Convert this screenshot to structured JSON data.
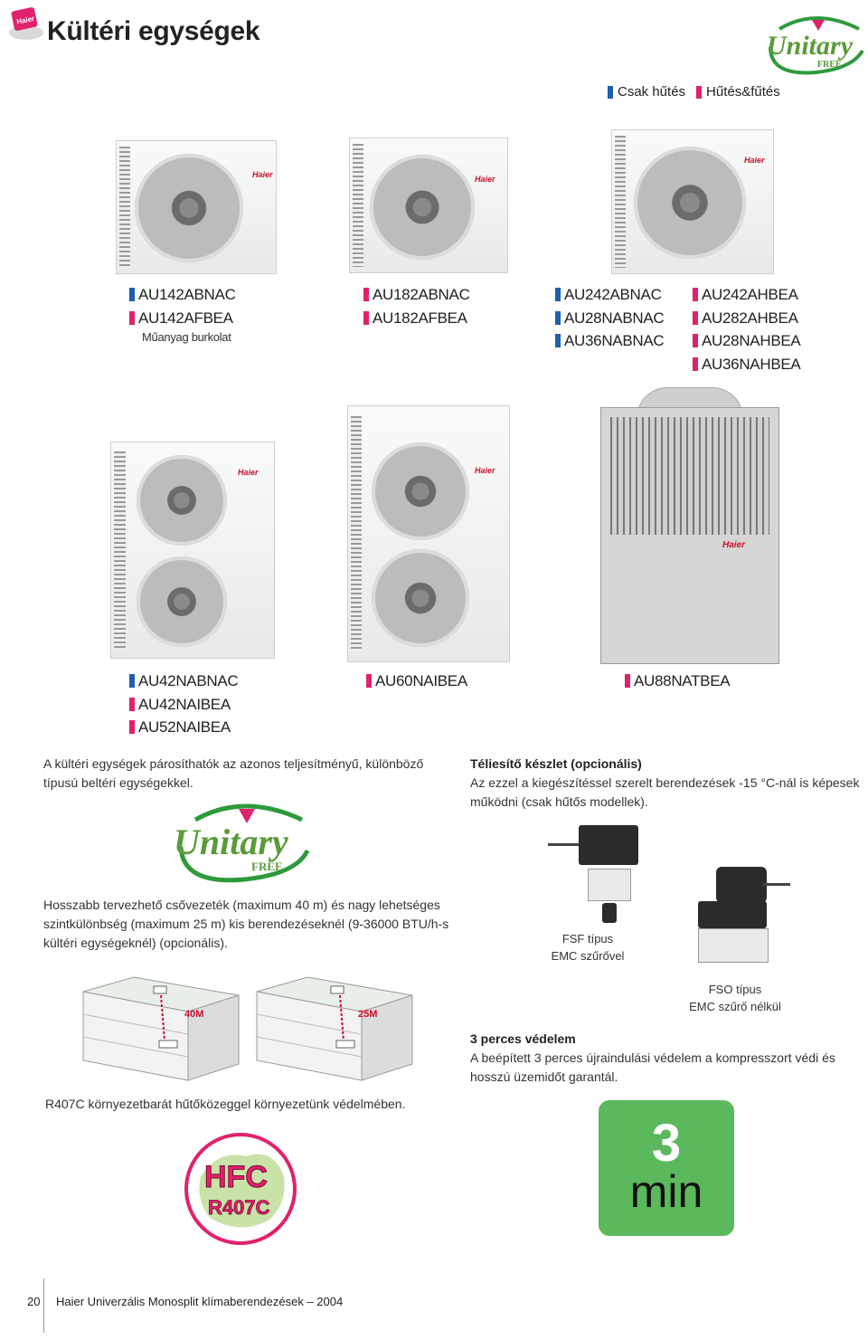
{
  "header": {
    "title": "Kültéri egységek",
    "corner_logo_text": "Haier"
  },
  "colors": {
    "cool_only": "#1e5fae",
    "heat_pump": "#e1216c",
    "logo_green": "#2e9a3c",
    "logo_text": "#5a9a3a",
    "min_box": "#5cb85c"
  },
  "legend": {
    "cool_label": "Csak hűtés",
    "heat_label": "Hűtés&fűtés"
  },
  "logo": {
    "word": "Unitary",
    "sub": "FREE"
  },
  "units_row1": [
    {
      "models": [
        {
          "name": "AU142ABNAC",
          "type": "cool"
        },
        {
          "name": "AU142AFBEA",
          "type": "heat"
        }
      ],
      "note": "Műanyag burkolat"
    },
    {
      "models": [
        {
          "name": "AU182ABNAC",
          "type": "heat"
        },
        {
          "name": "AU182AFBEA",
          "type": "heat"
        }
      ]
    },
    {
      "models": [
        {
          "name": "AU242ABNAC",
          "type": "cool"
        },
        {
          "name": "AU28NABNAC",
          "type": "cool"
        },
        {
          "name": "AU36NABNAC",
          "type": "cool"
        }
      ]
    },
    {
      "models": [
        {
          "name": "AU242AHBEA",
          "type": "heat"
        },
        {
          "name": "AU282AHBEA",
          "type": "heat"
        },
        {
          "name": "AU28NAHBEA",
          "type": "heat"
        },
        {
          "name": "AU36NAHBEA",
          "type": "heat"
        }
      ]
    }
  ],
  "units_row2": [
    {
      "models": [
        {
          "name": "AU42NABNAC",
          "type": "cool"
        },
        {
          "name": "AU42NAIBEA",
          "type": "heat"
        },
        {
          "name": "AU52NAIBEA",
          "type": "heat"
        }
      ]
    },
    {
      "models": [
        {
          "name": "AU60NAIBEA",
          "type": "heat"
        }
      ]
    },
    {
      "models": [
        {
          "name": "AU88NATBEA",
          "type": "heat"
        }
      ]
    }
  ],
  "unit_brand": "Haier",
  "text": {
    "pairing": "A kültéri egységek párosíthatók az azonos teljesítményű, különböző típusú beltéri egységekkel.",
    "winter_title": "Téliesítő készlet (opcionális)",
    "winter_body": "Az ezzel a kiegészítéssel szerelt berendezések -15 °C-nál is képesek működni (csak hűtős modellek).",
    "piping": "Hosszabb tervezhető csővezeték (maximum 40 m) és nagy lehetséges szintkülönbség (maximum 25 m) kis berendezéseknél (9-36000 BTU/h-s kültéri egységeknél) (opcionális).",
    "fsf_caption_1": "FSF típus",
    "fsf_caption_2": "EMC szűrővel",
    "fso_caption_1": "FSO típus",
    "fso_caption_2": "EMC szűrő nélkül",
    "building_1_label": "40M",
    "building_2_label": "25M",
    "refrigerant": "R407C környezetbarát hűtőközeggel környezetünk védelmében.",
    "hfc_1": "HFC",
    "hfc_2": "R407C",
    "protect_title": "3 perces védelem",
    "protect_body": "A beépített 3 perces újraindulási védelem a kompresszort védi és hosszú üzemidőt garantál.",
    "min_num": "3",
    "min_unit": "min"
  },
  "footer": {
    "page": "20",
    "text": "Haier Univerzális Monosplit klímaberendezések – 2004"
  }
}
